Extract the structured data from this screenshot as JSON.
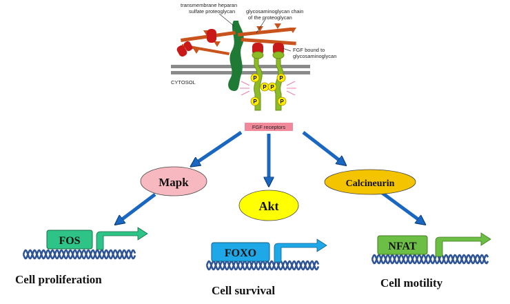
{
  "membrane": {
    "label_proteoglycan": [
      "transmembrane heparan",
      "sulfate proteoglycan"
    ],
    "label_gag_chain": [
      "glycosaminoglycan chain",
      "of the proteoglycan"
    ],
    "label_fgf_bound": [
      "FGF bound to",
      "glycosaminoglycan"
    ],
    "label_cytosol": "CYTOSOL",
    "phospho_label": "P",
    "receptor_box": "FGF receptors"
  },
  "pathways": [
    {
      "node": "Mapk",
      "gene": "FOS",
      "outcome": "Cell proliferation",
      "node_color": "#f7b9bf",
      "gene_color": "#2ec487",
      "arrow_color": "#2ec487"
    },
    {
      "node": "Akt",
      "gene": "FOXO",
      "outcome": "Cell survival",
      "node_color": "#ffff00",
      "gene_color": "#1fa8e8",
      "arrow_color": "#1fa8e8"
    },
    {
      "node": "Calcineurin",
      "gene": "NFAT",
      "outcome": "Cell motility",
      "node_color": "#f5c400",
      "gene_color": "#6dbe45",
      "arrow_color": "#6dbe45"
    }
  ],
  "colors": {
    "signal_arrow": "#1a67c2",
    "membrane": "#8a8a8a",
    "proteoglycan": "#1e7a34",
    "gag_chain": "#c8531c",
    "fgf": "#c81818",
    "receptor": "#8cbb26",
    "phospho": "#ffee00",
    "dna": "#2f5597"
  }
}
